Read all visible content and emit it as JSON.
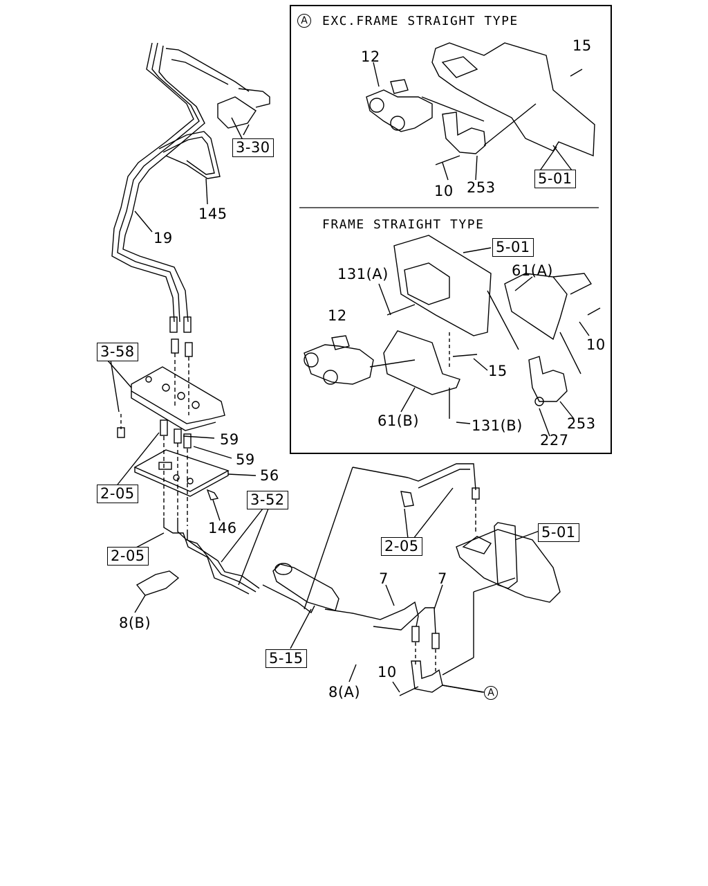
{
  "inset": {
    "marker": "A",
    "title_top": "EXC.FRAME STRAIGHT TYPE",
    "title_bottom": "FRAME STRAIGHT TYPE"
  },
  "callouts": {
    "c_15_top": "15",
    "c_12_top": "12",
    "c_10_top": "10",
    "c_253_top": "253",
    "c_501_top": "5-01",
    "c_501_mid": "5-01",
    "c_131a": "131(A)",
    "c_61a": "61(A)",
    "c_12_mid": "12",
    "c_10_mid": "10",
    "c_15_mid": "15",
    "c_61b": "61(B)",
    "c_131b": "131(B)",
    "c_253_mid": "253",
    "c_227": "227",
    "c_330": "3-30",
    "c_145": "145",
    "c_19": "19",
    "c_358": "3-58",
    "c_59a": "59",
    "c_59b": "59",
    "c_56": "56",
    "c_205a": "2-05",
    "c_146": "146",
    "c_352": "3-52",
    "c_205b": "2-05",
    "c_8b": "8(B)",
    "c_205c": "2-05",
    "c_501_low": "5-01",
    "c_7a": "7",
    "c_7b": "7",
    "c_515": "5-15",
    "c_10_low": "10",
    "c_8a": "8(A)",
    "c_a_low": "A"
  }
}
